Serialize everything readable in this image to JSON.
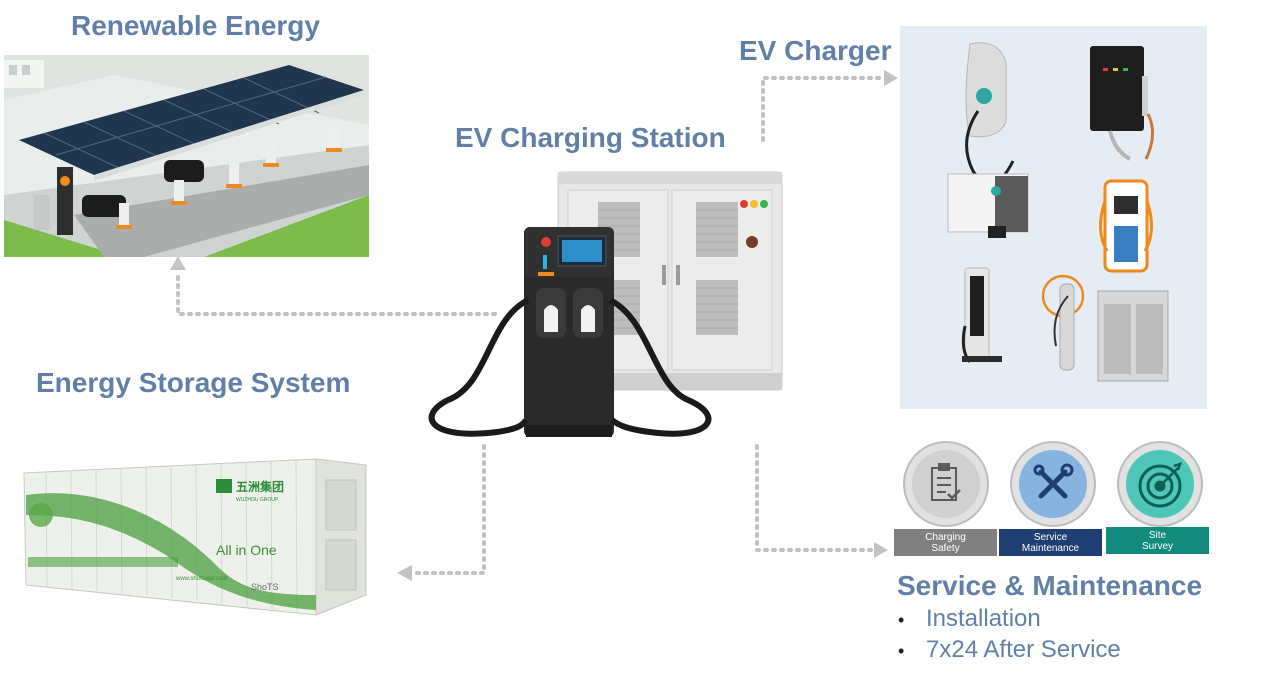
{
  "headings": {
    "renewable": "Renewable Energy",
    "station": "EV Charging Station",
    "charger": "EV Charger",
    "storage": "Energy Storage System",
    "service": "Service & Maintenance"
  },
  "service_icons": [
    {
      "label": "Charging Safety",
      "icon": "checklist-icon",
      "color": "#808080"
    },
    {
      "label": "Service Maintenance",
      "icon": "tools-icon",
      "color": "#1f3f73"
    },
    {
      "label": "Site Survey",
      "icon": "target-icon",
      "color": "#138b7c"
    }
  ],
  "service_bullets": [
    "Installation",
    "7x24 After Service"
  ],
  "container_text": {
    "headline": "All in One",
    "brand": "五洲集团",
    "brand_sub": "WUZHOU GROUP",
    "side_mark": "ShoTS",
    "url": "www.shotsolar.com"
  },
  "colors": {
    "heading": "#6280a7",
    "connector": "#c3c3c3",
    "panel_bg": "#e5ecf4"
  }
}
